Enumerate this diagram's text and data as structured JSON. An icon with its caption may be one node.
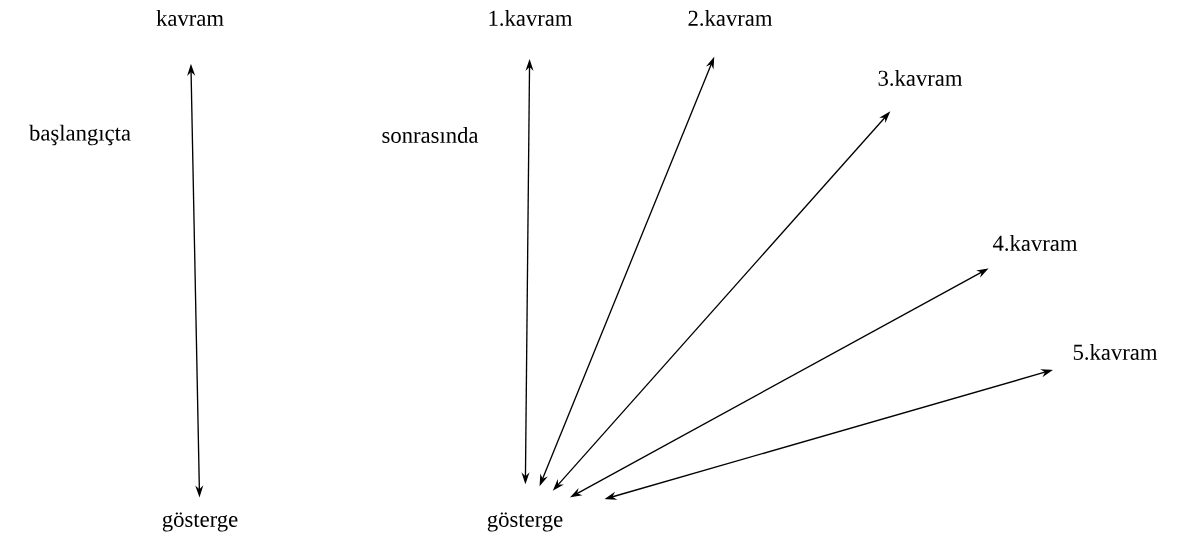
{
  "diagram": {
    "nodes": [
      {
        "text": [
          "kavram"
        ]
      },
      {
        "text": [
          "gösterge"
        ]
      },
      {
        "text": [
          "1.kavram"
        ]
      },
      {
        "text": [
          "2.kavram"
        ]
      },
      {
        "text": [
          "3.kavram"
        ]
      },
      {
        "text": [
          "4.kavram"
        ]
      },
      {
        "text": [
          "5.kavram"
        ]
      },
      {
        "text": [
          "gösterge"
        ]
      }
    ],
    "edges": [
      {
        "from": 0,
        "to": 1,
        "arrow": "both"
      },
      {
        "from": 2,
        "to": 7,
        "arrow": "both"
      },
      {
        "from": 3,
        "to": 7,
        "arrow": "both"
      },
      {
        "from": 4,
        "to": 7,
        "arrow": "both"
      },
      {
        "from": 5,
        "to": 7,
        "arrow": "both"
      },
      {
        "from": 6,
        "to": 7,
        "arrow": "both"
      }
    ],
    "labels": [
      "başlangıçta",
      "sonrasında"
    ]
  }
}
